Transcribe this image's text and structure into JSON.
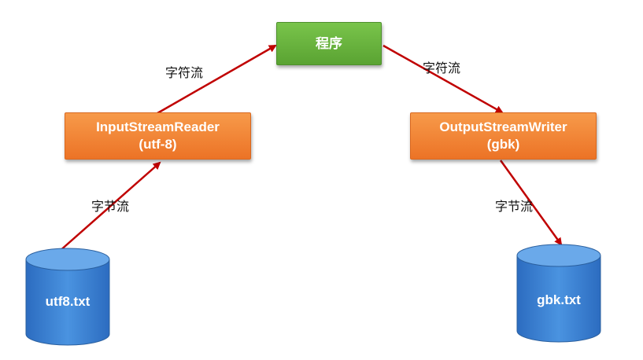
{
  "nodes": {
    "program": {
      "label": "程序"
    },
    "reader": {
      "line1": "InputStreamReader",
      "line2": "(utf-8)"
    },
    "writer": {
      "line1": "OutputStreamWriter",
      "line2": "(gbk)"
    },
    "source_file": {
      "label": "utf8.txt"
    },
    "target_file": {
      "label": "gbk.txt"
    }
  },
  "edges": {
    "reader_to_program": {
      "label": "字符流"
    },
    "program_to_writer": {
      "label": "字符流"
    },
    "file_to_reader": {
      "label": "字节流"
    },
    "writer_to_file": {
      "label": "字节流"
    }
  },
  "colors": {
    "program_fill": "#5aa332",
    "stream_fill": "#ec7326",
    "file_fill": "#3f86d8",
    "arrow": "#c00000"
  }
}
